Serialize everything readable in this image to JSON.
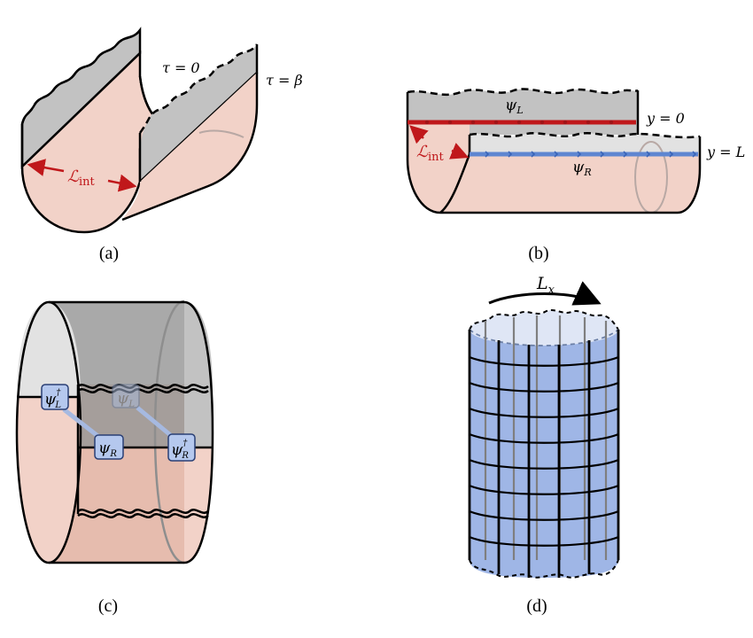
{
  "colors": {
    "gray_surface": "#c2c2c2",
    "gray_dark": "#a9a9a9",
    "gray_light": "#e2e2e2",
    "pink_surface": "#f2d2c8",
    "pink_dark": "#e6bcae",
    "red": "#c0181b",
    "blue_line": "#5f86d1",
    "blue_fill": "#9fb6e6",
    "blue_box": "#b5c8ee",
    "outline": "#000000"
  },
  "panel_a": {
    "caption": "(a)",
    "tau_zero": "τ = 0",
    "tau_beta": "τ = β",
    "interaction_label": "ℒ",
    "interaction_sub": "int"
  },
  "panel_b": {
    "caption": "(b)",
    "psi_left": "ψ",
    "psi_left_sub": "L",
    "psi_right": "ψ",
    "psi_right_sub": "R",
    "y_zero": "y = 0",
    "y_L": "y = L",
    "interaction_label": "ℒ",
    "interaction_sub": "int"
  },
  "panel_c": {
    "caption": "(c)",
    "box_psi_L_dagger": {
      "base": "ψ",
      "sub": "L",
      "sup": "†"
    },
    "box_psi_L_back": {
      "base": "ψ",
      "sub": "L"
    },
    "box_psi_R": {
      "base": "ψ",
      "sub": "R"
    },
    "box_psi_R_dagger": {
      "base": "ψ",
      "sub": "R",
      "sup": "†"
    }
  },
  "panel_d": {
    "caption": "(d)",
    "circumference": "L",
    "circumference_sub": "x"
  }
}
